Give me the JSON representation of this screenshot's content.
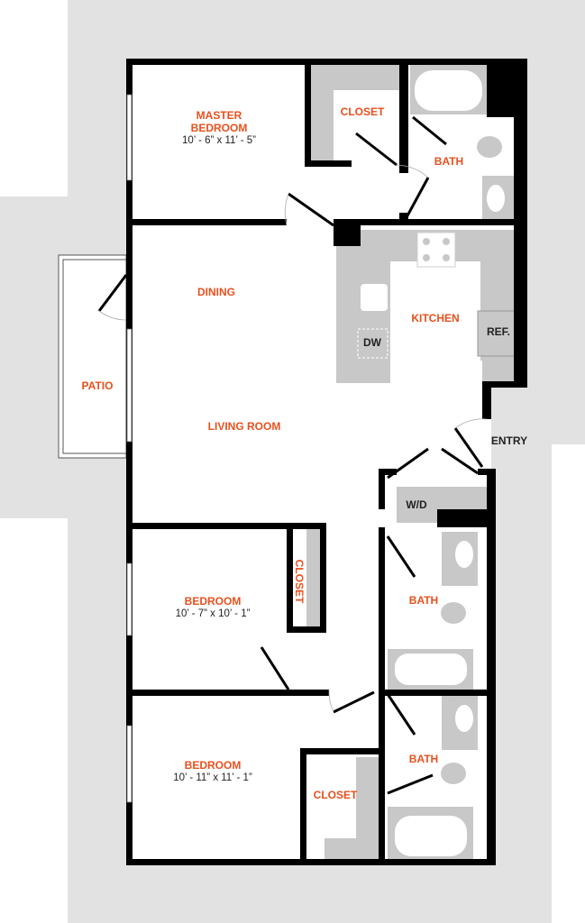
{
  "colors": {
    "accent": "#e8501e",
    "wall": "#000000",
    "fixture": "#c8c8c8",
    "exterior": "#e2e2e2"
  },
  "rooms": {
    "master": {
      "name_line1": "MASTER",
      "name_line2": "BEDROOM",
      "dims": "10’ - 6” x 11’ - 5”"
    },
    "master_closet": "CLOSET",
    "master_bath": "BATH",
    "dining": "DINING",
    "kitchen": "KITCHEN",
    "dw": "DW",
    "ref": "REF.",
    "patio": "PATIO",
    "living": "LIVING ROOM",
    "entry": "ENTRY",
    "wd": "W/D",
    "bedroom1": {
      "name": "BEDROOM",
      "dims": "10’ - 7” x 10’ - 1”"
    },
    "bedroom1_closet": "CLOSET",
    "bath2": "BATH",
    "bedroom2": {
      "name": "BEDROOM",
      "dims": "10’ - 11” x 11’ - 1”"
    },
    "bedroom2_closet": "CLOSET",
    "bath3": "BATH"
  }
}
